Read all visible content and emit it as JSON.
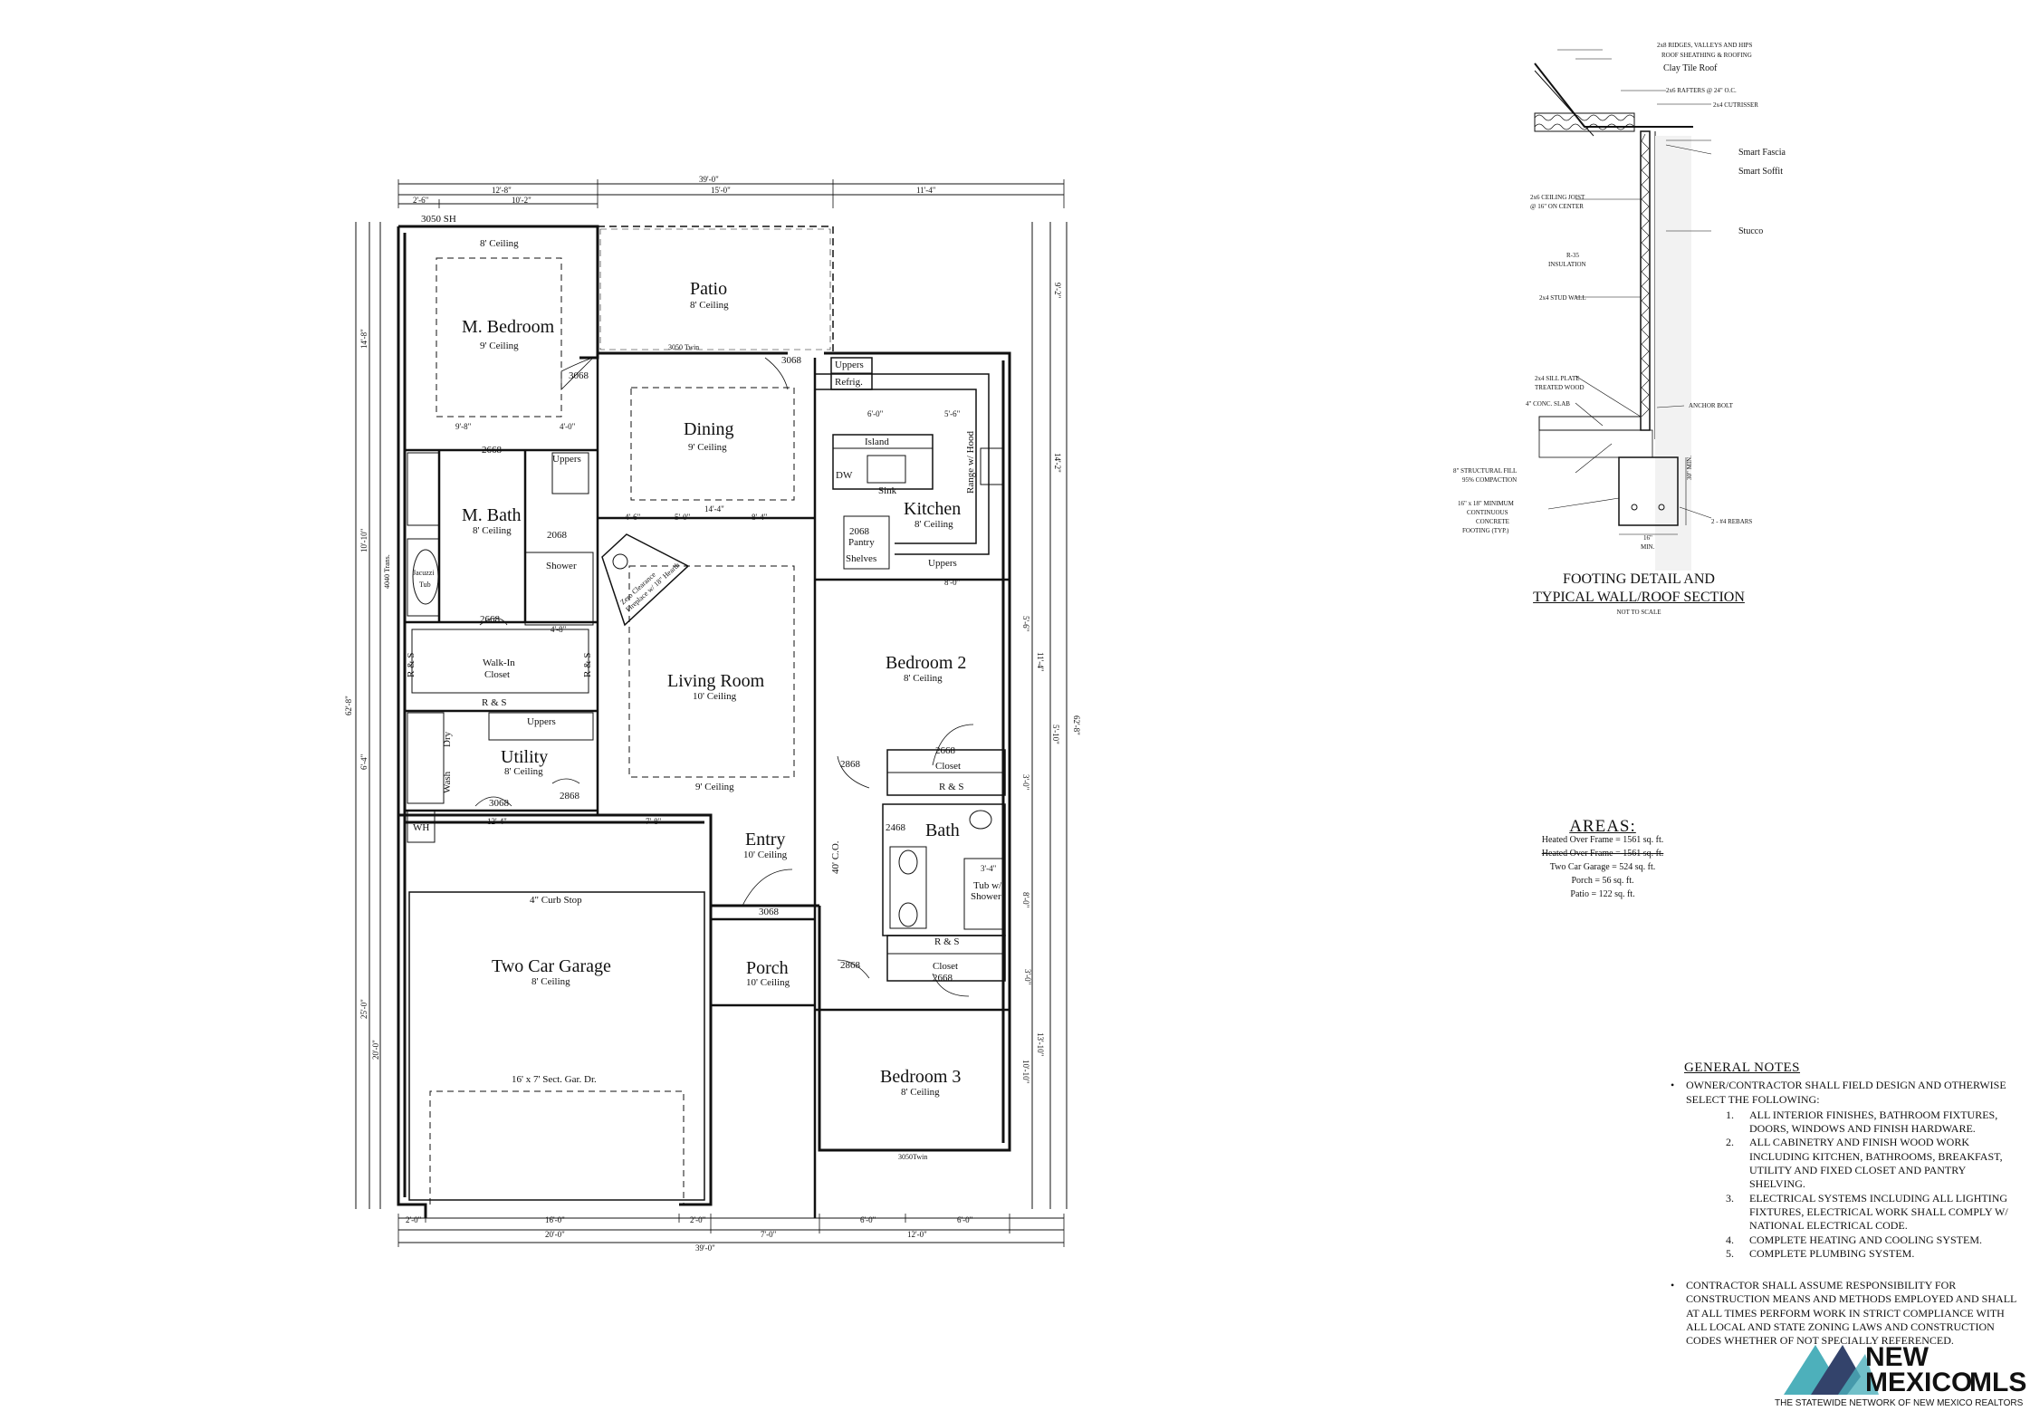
{
  "colors": {
    "ink": "#111111",
    "paper": "#ffffff",
    "logo_teal": "#3aa8b4",
    "logo_navy": "#1d2f5c"
  },
  "plan": {
    "rooms": {
      "master_bedroom": {
        "name": "M. Bedroom",
        "ceiling": "9' Ceiling"
      },
      "master_bedroom_tray": "8' Ceiling",
      "patio": {
        "name": "Patio",
        "ceiling": "8' Ceiling"
      },
      "dining": {
        "name": "Dining",
        "ceiling": "9' Ceiling"
      },
      "kitchen": {
        "name": "Kitchen",
        "ceiling": "8' Ceiling"
      },
      "master_bath": {
        "name": "M. Bath",
        "ceiling": "8' Ceiling"
      },
      "living_room": {
        "name": "Living Room",
        "ceiling": "10' Ceiling"
      },
      "living_lower": "9' Ceiling",
      "bedroom2": {
        "name": "Bedroom 2",
        "ceiling": "8' Ceiling"
      },
      "utility": {
        "name": "Utility",
        "ceiling": "8' Ceiling"
      },
      "entry": {
        "name": "Entry",
        "ceiling": "10' Ceiling"
      },
      "bath": {
        "name": "Bath"
      },
      "garage": {
        "name": "Two Car Garage",
        "ceiling": "8' Ceiling"
      },
      "porch": {
        "name": "Porch",
        "ceiling": "10' Ceiling"
      },
      "bedroom3": {
        "name": "Bedroom 3",
        "ceiling": "8' Ceiling"
      },
      "walkin": {
        "line1": "Walk-In",
        "line2": "Closet"
      }
    },
    "labels": {
      "window_3050sh": "3050 SH",
      "window_3050twin": "3050 Twin",
      "window_3050twin_b3": "3050Twin",
      "door_3068": "3068",
      "door_2668": "2668",
      "door_2868": "2868",
      "door_2468": "2468",
      "door_2068": "2068",
      "uppers": "Uppers",
      "refrig": "Refrig.",
      "island": "Island",
      "dw": "DW",
      "sink": "Sink",
      "range": "Range w/ Hood",
      "pantry": "Pantry",
      "shelves": "Shelves",
      "shower": "Shower",
      "jacuzzi1": "Jacuzzi",
      "jacuzzi2": "Tub",
      "trans": "4040 Trans.",
      "fireplace1": "Zero Clearance",
      "fireplace2": "Fireplace w/ 18\" Hearth",
      "rs": "R & S",
      "closet": "Closet",
      "tub1": "Tub w/",
      "tub2": "Shower",
      "dry": "Dry",
      "wash": "Wash",
      "wh": "WH",
      "curb": "4\" Curb Stop",
      "gar_door": "16' x 7' Sect. Gar. Dr.",
      "co": "40' C.O."
    },
    "dims": {
      "top_overall": "39'-0\"",
      "top_12_8": "12'-8\"",
      "top_15_0": "15'-0\"",
      "top_11_4": "11'-4\"",
      "top_2_6": "2'-6\"",
      "top_10_2": "10'-2\"",
      "bottom_2_0a": "2'-0\"",
      "bottom_16_0": "16'-0\"",
      "bottom_2_0b": "2'-0\"",
      "bottom_6_0a": "6'-0\"",
      "bottom_6_0b": "6'-0\"",
      "bottom_20_0": "20'-0\"",
      "bottom_7_0": "7'-0\"",
      "bottom_12_0": "12'-0\"",
      "bottom_overall": "39'-0\"",
      "left_overall": "62'-8\"",
      "right_overall": "62'-8\"",
      "left_14_8": "14'-8\"",
      "left_10_10": "10'-10\"",
      "left_6_4": "6'-4\"",
      "left_25_0": "25'-0\"",
      "left_20_0": "20'-0\"",
      "right_9_2": "9'-2\"",
      "right_14_2": "14'-2\"",
      "right_11_4": "11'-4\"",
      "right_5_10": "5'-10\"",
      "right_13_10": "13'-10\"",
      "right_10_10": "10'-10\"",
      "right_5_6": "5'-6\"",
      "right_8_0": "8'-0\"",
      "right_3_0": "3'-0\"",
      "mid_9_8": "9'-8\"",
      "mid_4_0": "4'-0\"",
      "mid_6_0": "6'-0\"",
      "mid_5_6": "5'-6\"",
      "mid_4_6": "4'-6\"",
      "mid_5_0": "5'-0\"",
      "mid_14_4": "14'-4\"",
      "mid_8_4": "8'-4\"",
      "mid_8_0": "8'-0\"",
      "mid_12_4": "12'-4\"",
      "mid_7_8": "7'-8\"",
      "mid_3_4": "3'-4\"",
      "mid_4_8": "4'-8\"",
      "mid_3_0": "3'-0\""
    }
  },
  "section": {
    "title_line1": "FOOTING DETAIL AND",
    "title_line2": "TYPICAL WALL/ROOF SECTION",
    "not_to_scale": "NOT TO SCALE",
    "callouts": {
      "ridges": "2x8 RIDGES, VALLEYS AND HIPS",
      "roof": "ROOF SHEATHING & ROOFING",
      "clay": "Clay Tile Roof",
      "rafters": "2x6 RAFTERS @ 24\" O.C.",
      "cutrisser": "2x4 CUTRISSER",
      "fascia": "Smart Fascia",
      "soffit": "Smart Soffit",
      "joist1": "2x6 CEILING JOIST",
      "joist2": "@ 16\" ON CENTER",
      "stucco": "Stucco",
      "r35a": "R-35",
      "r35b": "INSULATION",
      "stud": "2x4 STUD WALL",
      "sill1": "2x4 SILL PLATE",
      "sill2": "TREATED WOOD",
      "slab": "4\" CONC. SLAB",
      "anchor": "ANCHOR BOLT",
      "fill1": "8\" STRUCTURAL FILL",
      "fill2": "95% COMPACTION",
      "foot1": "16\" x 18\" MINIMUM",
      "foot2": "CONTINUOUS",
      "foot3": "CONCRETE",
      "foot4": "FOOTING (TYP.)",
      "rebar": "2 - #4 REBARS",
      "min30": "30\" MIN.",
      "w16": "16\"",
      "min": "MIN."
    }
  },
  "areas": {
    "title": "AREAS:",
    "heated": "Heated Over Frame = 1561 sq. ft.",
    "struck": "Heated Over Frame = 1561 sq. ft.",
    "garage": "Two Car Garage = 524 sq. ft.",
    "porch": "Porch = 56 sq. ft.",
    "patio": "Patio = 122 sq. ft."
  },
  "notes": {
    "title": "GENERAL NOTES",
    "intro": "OWNER/CONTRACTOR SHALL FIELD DESIGN AND OTHERWISE SELECT THE FOLLOWING:",
    "items": [
      "ALL INTERIOR FINISHES, BATHROOM FIXTURES, DOORS, WINDOWS AND FINISH HARDWARE.",
      "ALL CABINETRY AND FINISH WOOD WORK INCLUDING KITCHEN, BATHROOMS, BREAKFAST, UTILITY AND FIXED CLOSET AND PANTRY SHELVING.",
      "ELECTRICAL SYSTEMS INCLUDING ALL LIGHTING FIXTURES, ELECTRICAL WORK SHALL COMPLY W/ NATIONAL ELECTRICAL CODE.",
      "COMPLETE HEATING AND COOLING SYSTEM.",
      "COMPLETE PLUMBING SYSTEM."
    ],
    "item_numbers": [
      "1.",
      "2.",
      "3.",
      "4.",
      "5."
    ],
    "contractor": "CONTRACTOR SHALL ASSUME RESPONSIBILITY FOR CONSTRUCTION MEANS AND METHODS EMPLOYED AND SHALL AT ALL TIMES PERFORM WORK IN STRICT COMPLIANCE WITH ALL LOCAL AND STATE ZONING LAWS AND CONSTRUCTION CODES WHETHER OF NOT SPECIALLY REFERENCED."
  },
  "logo": {
    "new": "NEW",
    "mexico": "MEXICO",
    "mls": "MLS",
    "tagline": "THE STATEWIDE NETWORK OF NEW MEXICO REALTORS"
  }
}
